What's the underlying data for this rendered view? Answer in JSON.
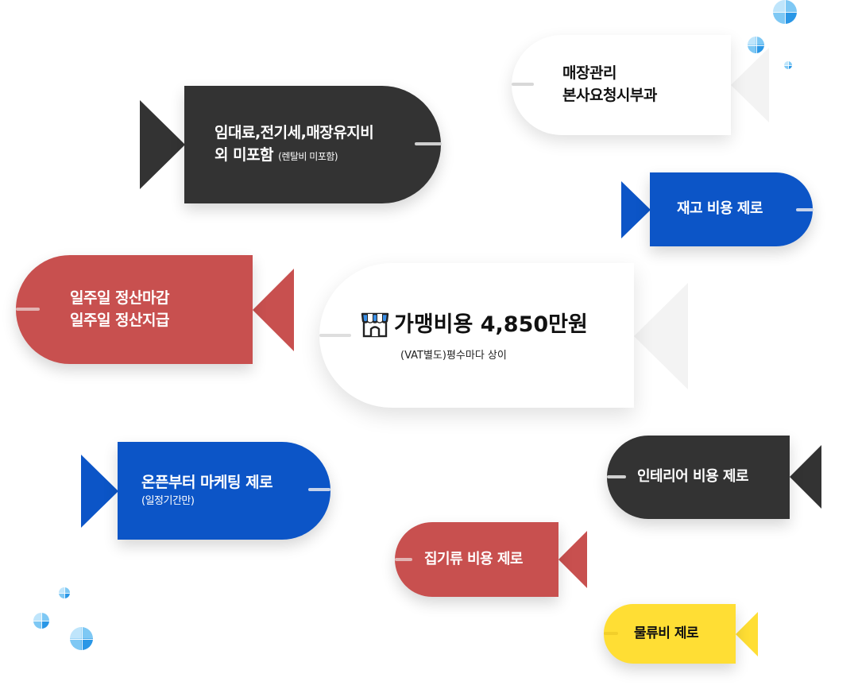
{
  "fish": {
    "rent": {
      "line1": "임대료,전기세,매장유지비",
      "line2": "외 미포함",
      "note": "(렌탈비 미포함)"
    },
    "hq": {
      "line1": "매장관리",
      "line2": "본사요청시부과"
    },
    "stock": {
      "label": "재고 비용 제로"
    },
    "settle": {
      "line1": "일주일 정산마감",
      "line2": "일주일 정산지급"
    },
    "franchise": {
      "title": "가맹비용 4,850만원",
      "sub": "(VAT별도)평수마다 상이",
      "icon": "store-icon"
    },
    "marketing": {
      "line1": "온픈부터 마케팅 제로",
      "note": "(일정기간만)"
    },
    "interior": {
      "label": "인테리어 비용 제로"
    },
    "fixtures": {
      "label": "집기류 비용 제로"
    },
    "logistics": {
      "label": "물류비 제로"
    }
  },
  "colors": {
    "dark": "#333333",
    "blue": "#0c55c7",
    "red": "#c8504f",
    "yellow": "#ffde34",
    "white": "#ffffff"
  }
}
